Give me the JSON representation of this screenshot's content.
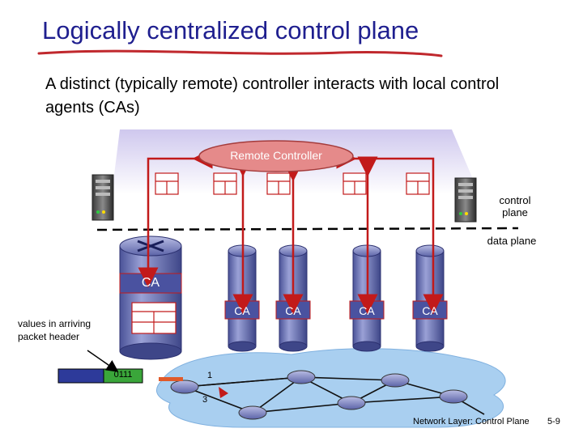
{
  "slide": {
    "title": "Logically centralized control plane",
    "subtitle": "A distinct (typically remote) controller interacts with local control agents (CAs)",
    "footer": "Network Layer: Control Plane",
    "page_number": "5-9"
  },
  "diagram": {
    "remote_controller": "Remote Controller",
    "control_plane_label": "control plane",
    "data_plane_label": "data plane",
    "big_ca_label": "CA",
    "ca_labels": [
      "CA",
      "CA",
      "CA",
      "CA"
    ],
    "header_note": "values in arriving packet header",
    "packet_value": "0111",
    "port_1": "1",
    "port_3": "3",
    "colors": {
      "title": "#1f1f8f",
      "underline": "#c0282d",
      "controller": "#e58a8a",
      "arrows": "#c21a1a",
      "control_plane_band": "#c8c2e8",
      "network_cloud": "#a9cff0",
      "router_body": "#6d75b8",
      "packet": "#2d3a9a"
    }
  }
}
